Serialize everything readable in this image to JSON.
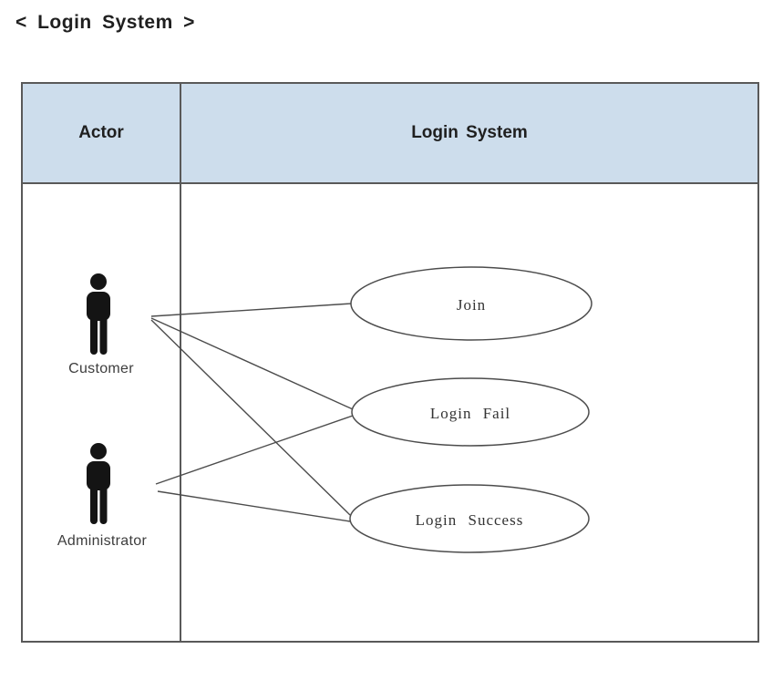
{
  "page": {
    "title": "< Login System >"
  },
  "table": {
    "header": {
      "actor_col": "Actor",
      "system_col": "Login System"
    }
  },
  "actors": [
    {
      "id": "customer",
      "label": "Customer"
    },
    {
      "id": "administrator",
      "label": "Administrator"
    }
  ],
  "use_cases": [
    {
      "id": "join",
      "label": "Join"
    },
    {
      "id": "login-fail",
      "label": "Login Fail"
    },
    {
      "id": "login-success",
      "label": "Login Success"
    }
  ],
  "connections": [
    {
      "from": "Customer",
      "to": "Join"
    },
    {
      "from": "Customer",
      "to": "Login Fail"
    },
    {
      "from": "Customer",
      "to": "Login Success"
    },
    {
      "from": "Administrator",
      "to": "Login Fail"
    },
    {
      "from": "Administrator",
      "to": "Login Success"
    }
  ],
  "colors": {
    "header_bg": "#cdddec",
    "border": "#595959",
    "line": "#4c4c4c",
    "text": "#1f1f1f",
    "label_text": "#3d3d3d",
    "actor_fill": "#141414",
    "canvas_bg": "#ffffff"
  }
}
